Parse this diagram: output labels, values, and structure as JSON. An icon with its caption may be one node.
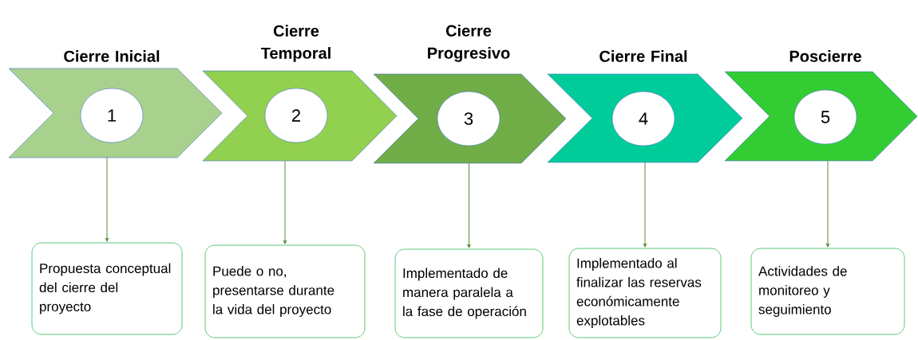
{
  "diagram": {
    "nodes": [
      {
        "text": [
          "Cierre Inicial"
        ]
      },
      {
        "text": [
          "1"
        ],
        "in": 0
      },
      {
        "text": [
          "Cierre Temporal"
        ]
      },
      {
        "text": [
          "2"
        ],
        "in": 2
      },
      {
        "text": [
          "Cierre Progresivo"
        ]
      },
      {
        "text": [
          "3"
        ],
        "in": 4
      },
      {
        "text": [
          "Cierre Final"
        ]
      },
      {
        "text": [
          "4"
        ],
        "in": 6
      },
      {
        "text": [
          "Poscierre"
        ]
      },
      {
        "text": [
          "5"
        ],
        "in": 8
      },
      {
        "text": [
          "Propuesta conceptual del cierre del proyecto"
        ]
      },
      {
        "text": [
          "Puede o no, presentarse durante la vida del proyecto"
        ]
      },
      {
        "text": [
          "Implementado de manera paralela a la fase de operación"
        ]
      },
      {
        "text": [
          "Implementado al finalizar las reservas económicamente explotables"
        ]
      },
      {
        "text": [
          "Actividades de monitoreo y seguimiento"
        ]
      }
    ],
    "edges": [
      {
        "from": 0,
        "to": 10,
        "arrow": "to"
      },
      {
        "from": 2,
        "to": 11,
        "arrow": "to"
      },
      {
        "from": 4,
        "to": 12,
        "arrow": "to"
      },
      {
        "from": 6,
        "to": 13,
        "arrow": "to"
      },
      {
        "from": 8,
        "to": 14,
        "arrow": "to"
      }
    ]
  }
}
